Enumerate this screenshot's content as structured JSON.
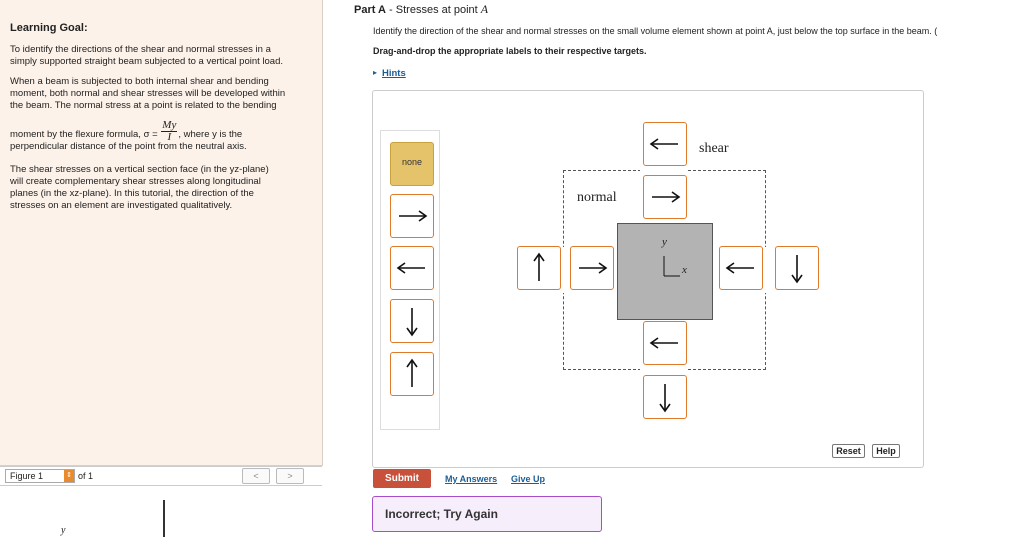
{
  "left": {
    "title": "Learning Goal:",
    "para1_line1": "To identify the directions of the shear and normal stresses in a",
    "para1_line2": "simply supported straight beam subjected to a vertical point load.",
    "para2_line1": "When a beam is subjected to both internal shear and bending",
    "para2_line2": "moment, both normal and shear stresses will be developed within",
    "para2_line3": "the beam. The normal stress at a point is related to the bending",
    "para2_line4_pre": "moment by the flexure formula, σ = ",
    "formula_num": "My",
    "formula_den": "I",
    "para2_line4_post": ", where y is the",
    "para2_line5": "perpendicular distance of the point from the neutral axis.",
    "para3_line1": "The shear stresses on a vertical section face (in the yz-plane)",
    "para3_line2": "will create complementary shear stresses along longitudinal",
    "para3_line3": "planes (in the xz-plane). In this tutorial, the direction of the",
    "para3_line4": "stresses on an element are investigated qualitatively.",
    "figure_select": "Figure 1",
    "figure_of": "of 1",
    "prev_btn": "<",
    "next_btn": ">",
    "figure_fragment": "y"
  },
  "part": {
    "title_prefix": "Part A",
    "title_rest": " - Stresses at point ",
    "point": "A",
    "instructions": "Identify the direction of the shear and normal stresses on the small volume element shown at point A, just below the top surface in the beam. (",
    "dragdrop": "Drag-and-drop the appropriate labels to their respective targets.",
    "hints": "Hints"
  },
  "palette": {
    "none_label": "none",
    "tiles": [
      "arrow-right",
      "arrow-left",
      "arrow-down",
      "arrow-up"
    ]
  },
  "diagram": {
    "shear_label": "shear",
    "normal_label": "normal",
    "axis_y": "y",
    "axis_x": "x"
  },
  "buttons": {
    "reset": "Reset",
    "help": "Help",
    "submit": "Submit",
    "my_answers": "My Answers",
    "give_up": "Give Up"
  },
  "feedback": "Incorrect; Try Again",
  "colors": {
    "accent": "#e07a2b",
    "submit": "#c8513b",
    "feedback_border": "#a64ec9",
    "panel_bg": "#fdf2e9",
    "link": "#1b5e96"
  }
}
